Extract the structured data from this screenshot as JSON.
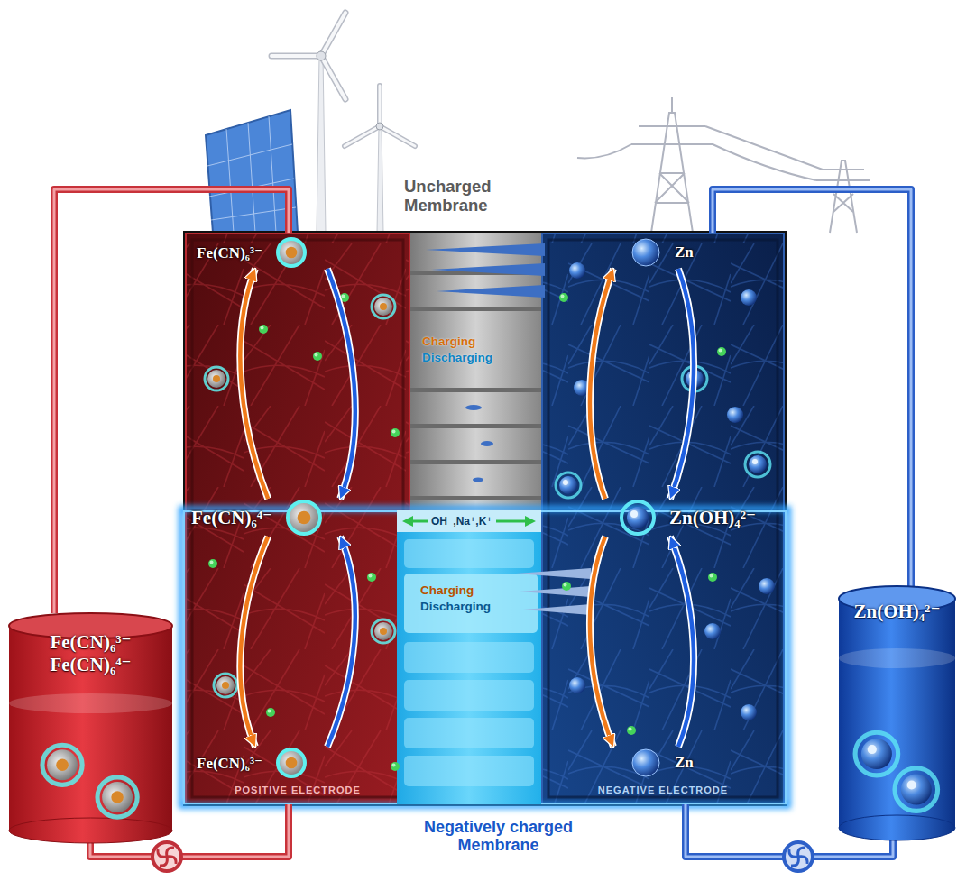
{
  "diagram": {
    "nodes": [
      {
        "text": [
          "Fe(CN)₆³⁻",
          "Fe(CN)₆⁴⁻"
        ]
      },
      {
        "text": [
          "POSITIVE ELECTRODE"
        ]
      },
      {
        "text": [
          "Fe(CN)₆³⁻"
        ],
        "in": 1
      },
      {
        "text": [
          "Fe(CN)₆⁴⁻"
        ],
        "in": 1
      },
      {
        "text": [
          "Fe(CN)₆³⁻"
        ],
        "in": 1
      },
      {
        "text": [
          "Uncharged Membrane",
          "Charging",
          "Discharging"
        ]
      },
      {
        "text": [
          "Charging",
          "Discharging",
          "Negatively charged Membrane"
        ]
      },
      {
        "text": [
          "NEGATIVE ELECTRODE"
        ]
      },
      {
        "text": [
          "Zn"
        ],
        "in": 7
      },
      {
        "text": [
          "Zn(OH)₄²⁻"
        ],
        "in": 7
      },
      {
        "text": [
          "Zn"
        ],
        "in": 7
      },
      {
        "text": [
          "Zn(OH)₄²⁻"
        ]
      }
    ],
    "edges": [
      {
        "from": 0,
        "to": 1,
        "arrow": "none"
      },
      {
        "from": 0,
        "to": 1,
        "arrow": "none"
      },
      {
        "from": 3,
        "to": 2,
        "arrow": "to"
      },
      {
        "from": 2,
        "to": 3,
        "arrow": "to"
      },
      {
        "from": 3,
        "to": 4,
        "arrow": "to"
      },
      {
        "from": 4,
        "to": 3,
        "arrow": "to"
      },
      {
        "from": 9,
        "to": 8,
        "arrow": "to"
      },
      {
        "from": 8,
        "to": 9,
        "arrow": "to"
      },
      {
        "from": 9,
        "to": 10,
        "arrow": "to"
      },
      {
        "from": 10,
        "to": 9,
        "arrow": "to"
      },
      {
        "from": 7,
        "to": 11,
        "arrow": "none"
      },
      {
        "from": 7,
        "to": 11,
        "arrow": "none"
      }
    ],
    "labels": [
      "OH⁻,Na⁺,K⁺"
    ]
  }
}
